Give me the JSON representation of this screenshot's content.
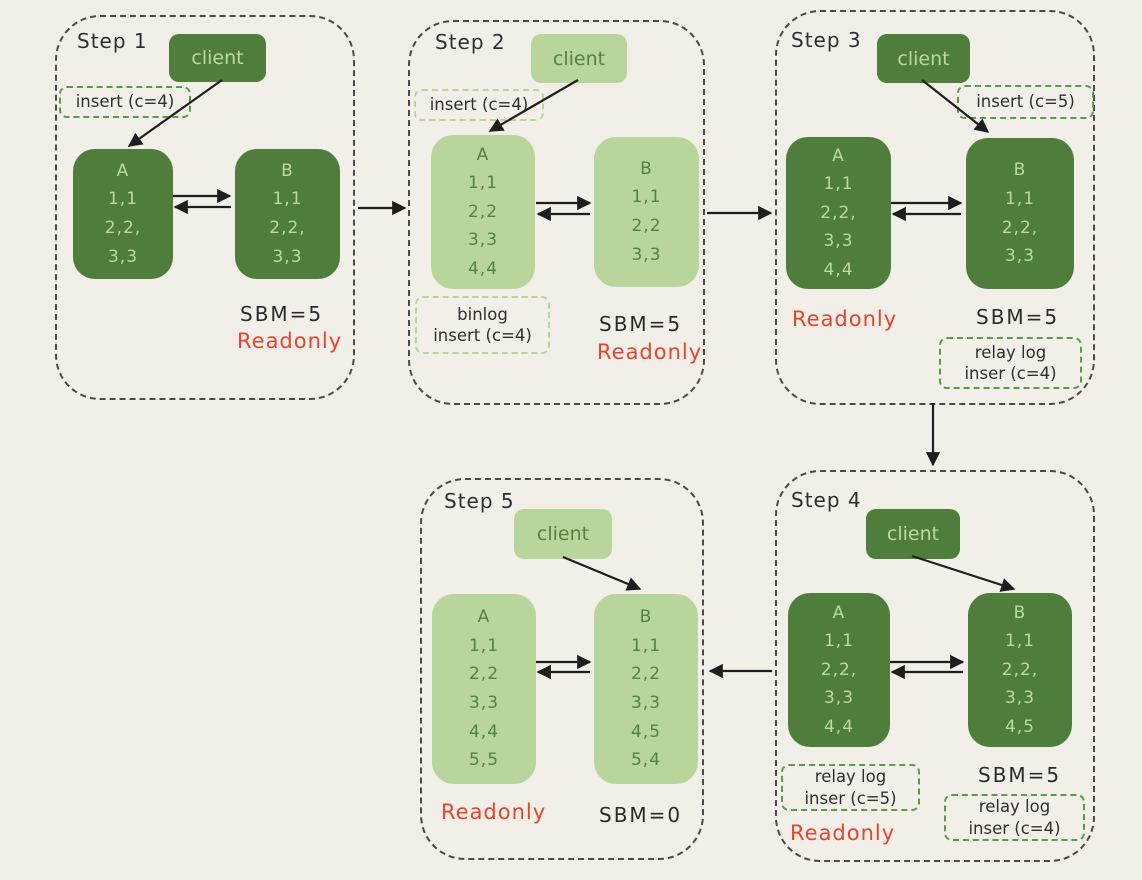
{
  "colors": {
    "background": "#f1efe8",
    "dark_green_fill": "#4e7d3c",
    "light_green_fill": "#b8d69b",
    "text_on_dark": "#bcd9a0",
    "text_on_light": "#55813f",
    "dashed_tag_green": "#5b9a4d",
    "dashed_tag_light_green": "#b5d69a",
    "readonly_red": "#e8432d",
    "arrow_ink": "#1e1e1e",
    "container_dash": "#4a4a4a"
  },
  "steps": [
    {
      "title": "Step 1",
      "client_label": "client",
      "insert_tag": "insert (c=4)",
      "node_a": {
        "title": "A",
        "rows": [
          "1,1",
          "2,2,",
          "3,3"
        ]
      },
      "node_b": {
        "title": "B",
        "rows": [
          "1,1",
          "2,2,",
          "3,3"
        ]
      },
      "sbm_label": "SBM=5",
      "readonly_label": "Readonly"
    },
    {
      "title": "Step 2",
      "client_label": "client",
      "insert_tag": "insert (c=4)",
      "node_a": {
        "title": "A",
        "rows": [
          "1,1",
          "2,2",
          "3,3",
          "4,4"
        ]
      },
      "node_b": {
        "title": "B",
        "rows": [
          "1,1",
          "2,2",
          "3,3"
        ]
      },
      "binlog_tag": {
        "line1": "binlog",
        "line2": "insert (c=4)"
      },
      "sbm_label": "SBM=5",
      "readonly_label": "Readonly"
    },
    {
      "title": "Step 3",
      "client_label": "client",
      "insert_tag": "insert (c=5)",
      "node_a": {
        "title": "A",
        "rows": [
          "1,1",
          "2,2,",
          "3,3",
          "4,4"
        ]
      },
      "node_b": {
        "title": "B",
        "rows": [
          "1,1",
          "2,2,",
          "3,3"
        ]
      },
      "relay_tag_b": {
        "line1": "relay log",
        "line2": "inser (c=4)"
      },
      "sbm_label": "SBM=5",
      "readonly_label": "Readonly"
    },
    {
      "title": "Step 4",
      "client_label": "client",
      "node_a": {
        "title": "A",
        "rows": [
          "1,1",
          "2,2,",
          "3,3",
          "4,4"
        ]
      },
      "node_b": {
        "title": "B",
        "rows": [
          "1,1",
          "2,2,",
          "3,3",
          "4,5"
        ]
      },
      "relay_tag_a": {
        "line1": "relay log",
        "line2": "inser (c=5)"
      },
      "relay_tag_b": {
        "line1": "relay log",
        "line2": "inser (c=4)"
      },
      "sbm_label": "SBM=5",
      "readonly_label": "Readonly"
    },
    {
      "title": "Step 5",
      "client_label": "client",
      "node_a": {
        "title": "A",
        "rows": [
          "1,1",
          "2,2",
          "3,3",
          "4,4",
          "5,5"
        ]
      },
      "node_b": {
        "title": "B",
        "rows": [
          "1,1",
          "2,2",
          "3,3",
          "4,5",
          "5,4"
        ]
      },
      "sbm_label": "SBM=0",
      "readonly_label": "Readonly"
    }
  ]
}
